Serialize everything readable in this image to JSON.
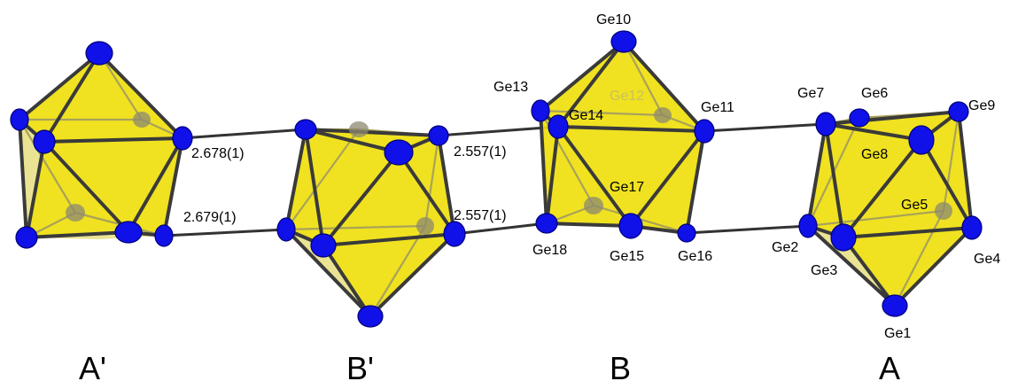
{
  "clusters": [
    {
      "id": "A_prime",
      "label": "A'"
    },
    {
      "id": "B_prime",
      "label": "B'"
    },
    {
      "id": "B",
      "label": "B"
    },
    {
      "id": "A",
      "label": "A"
    }
  ],
  "atoms": {
    "Ge1": "Ge1",
    "Ge2": "Ge2",
    "Ge3": "Ge3",
    "Ge4": "Ge4",
    "Ge5": "Ge5",
    "Ge6": "Ge6",
    "Ge7": "Ge7",
    "Ge8": "Ge8",
    "Ge9": "Ge9",
    "Ge10": "Ge10",
    "Ge11": "Ge11",
    "Ge12": "Ge12",
    "Ge13": "Ge13",
    "Ge14": "Ge14",
    "Ge15": "Ge15",
    "Ge16": "Ge16",
    "Ge17": "Ge17",
    "Ge18": "Ge18"
  },
  "distances": {
    "ap_bp_top": "2.678(1)",
    "ap_bp_bottom": "2.679(1)",
    "bp_b_top": "2.557(1)",
    "bp_b_bottom": "2.557(1)"
  },
  "colors": {
    "polyhedron": "#f1e200",
    "atom": "#1010e8",
    "bond": "#3a3a3a"
  }
}
